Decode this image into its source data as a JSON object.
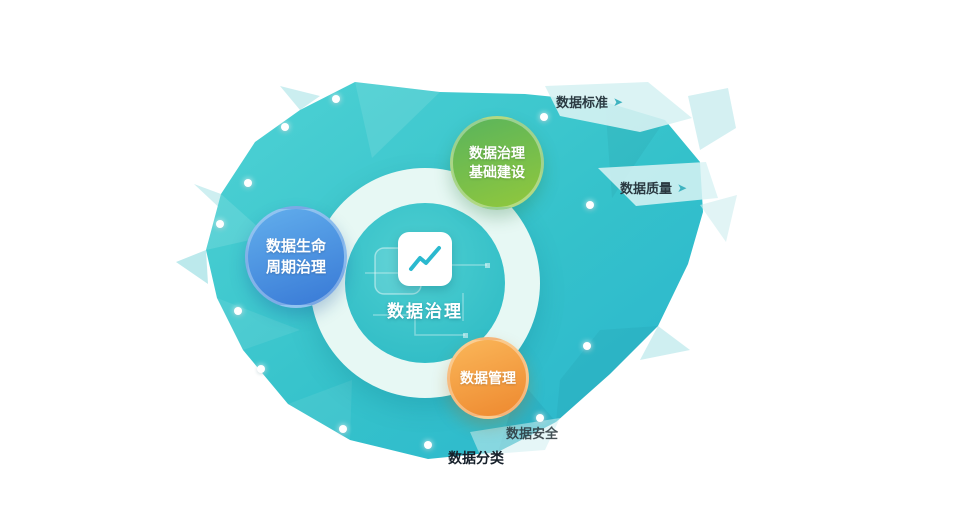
{
  "center": {
    "label": "数据治理"
  },
  "nodes": [
    {
      "id": "foundation",
      "line1": "数据治理",
      "line2": "基础建设"
    },
    {
      "id": "lifecycle",
      "line1": "数据生命",
      "line2": "周期治理"
    },
    {
      "id": "management",
      "line1": "数据管理",
      "line2": ""
    }
  ],
  "annotations": [
    {
      "label": "数据标准"
    },
    {
      "label": "数据质量"
    },
    {
      "label": "数据安全"
    },
    {
      "label": "数据分类"
    }
  ],
  "arrow_glyph": "➤",
  "colors": {
    "teal_main": "#35c2cb",
    "teal_light": "#e7f8f4",
    "green": "#6cbf5a",
    "blue": "#4a90dd",
    "orange": "#f6a13f"
  }
}
